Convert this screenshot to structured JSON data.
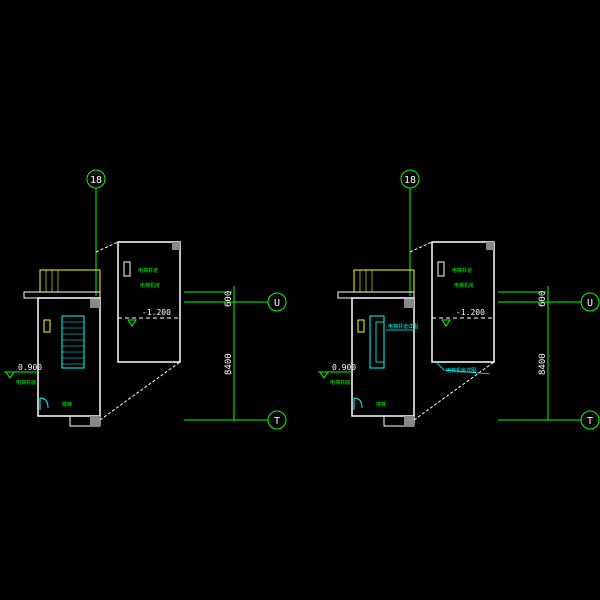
{
  "colors": {
    "background": "#000000",
    "wall": "#ffffff",
    "grid": "#00ff00",
    "annotation": "#00ffff",
    "stair": "#ffff00",
    "column": "#888888"
  },
  "grid_labels": {
    "col": "18",
    "row_u": "U",
    "row_t": "T"
  },
  "dims": {
    "short": "600",
    "long": "8400"
  },
  "levels": {
    "upper": "-1.200",
    "lower": "0.900"
  },
  "plans": [
    {
      "room_tag_1": "电梯井道",
      "room_tag_2": "电梯机房",
      "lower_tag": "电梯井底",
      "entry_tag": "楼梯",
      "note": ""
    },
    {
      "room_tag_1": "电梯井道",
      "room_tag_2": "电梯机房",
      "lower_tag": "电梯井底",
      "entry_tag": "楼梯",
      "note": "电梯井道详图",
      "note2": "电梯机房详图"
    }
  ]
}
